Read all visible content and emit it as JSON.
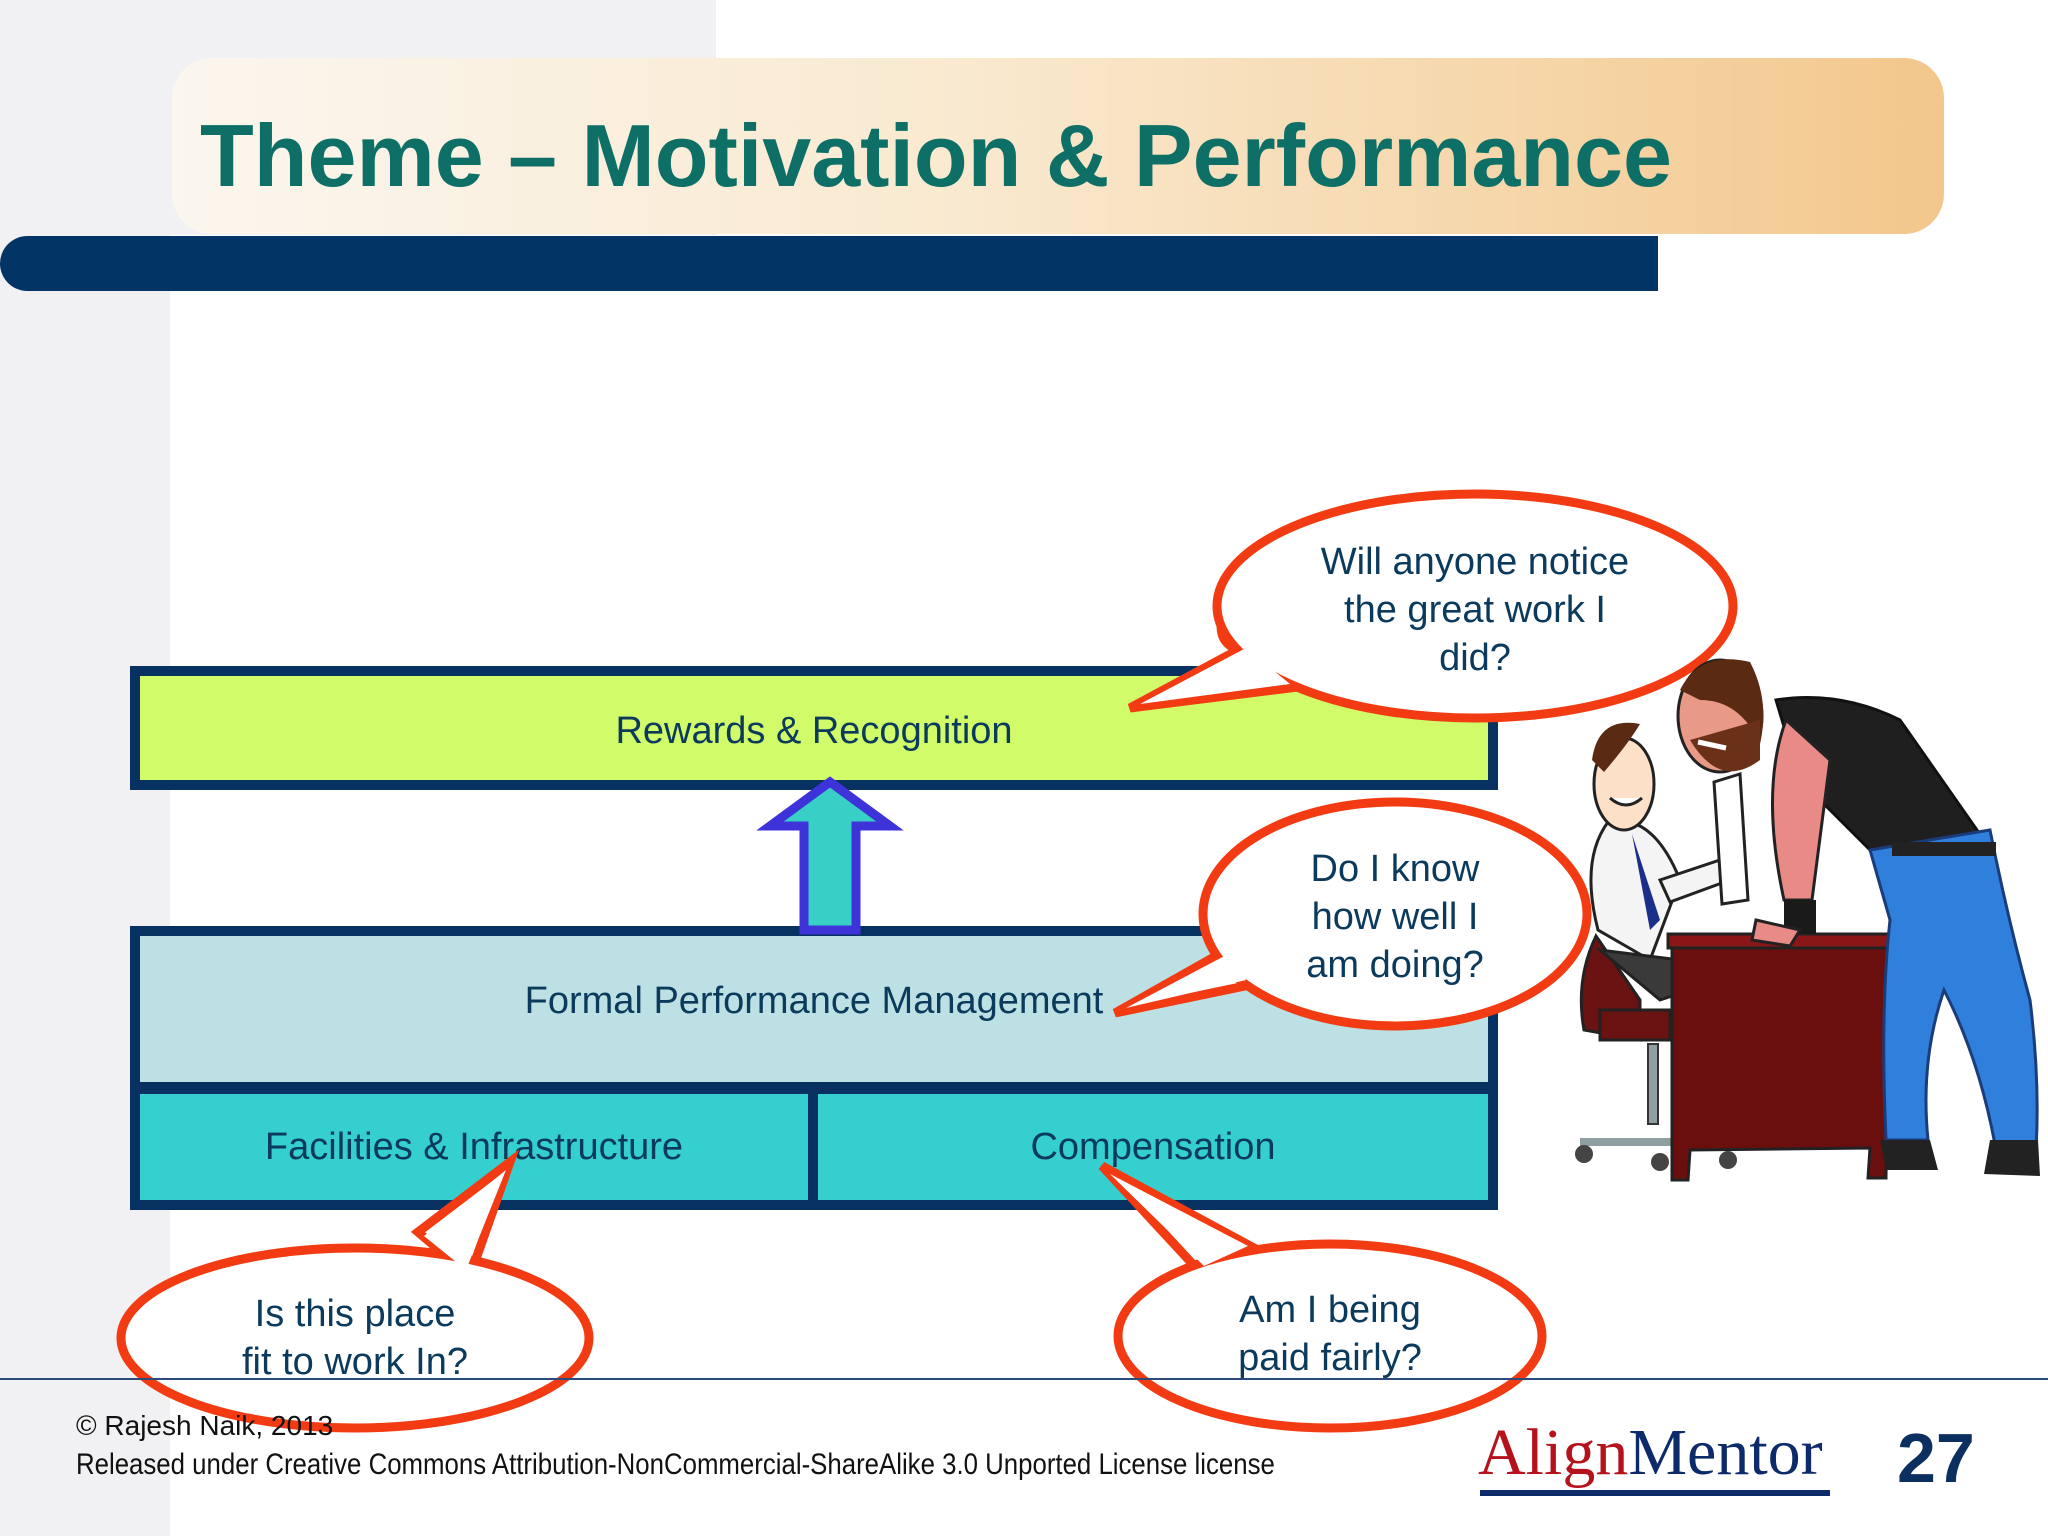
{
  "slide": {
    "title": "Theme – Motivation & Performance",
    "slide_number": "27"
  },
  "diagram": {
    "top_box": "Rewards & Recognition",
    "middle_box": "Formal Performance Management",
    "bottom_left_box": "Facilities & Infrastructure",
    "bottom_right_box": "Compensation"
  },
  "bubbles": {
    "rewards": {
      "lines": [
        "Will anyone notice",
        "the great work I",
        "did?"
      ]
    },
    "performance": {
      "lines": [
        "Do I know",
        "how well I",
        "am doing?"
      ]
    },
    "facilities": {
      "lines": [
        "Is this place",
        "fit to work In?"
      ]
    },
    "compensation": {
      "lines": [
        "Am I being",
        "paid fairly?"
      ]
    }
  },
  "footer": {
    "copyright": "© Rajesh Naik, 2013",
    "license": "Released under Creative Commons Attribution-NonCommercial-ShareAlike 3.0 Unported License license",
    "logo_part1": "Align",
    "logo_part2": "Mentor"
  },
  "colors": {
    "title": "#0d6f66",
    "navy": "#033466",
    "rewards_fill": "#d1fb69",
    "fpm_fill": "#bde0e4",
    "base_fill": "#35cfcf",
    "bubble_stroke": "#f23b12",
    "arrow_stroke": "#3d33d8",
    "arrow_fill": "#38cfc7"
  },
  "icons": {
    "illustration": "angry-boss-and-employee-illustration"
  }
}
